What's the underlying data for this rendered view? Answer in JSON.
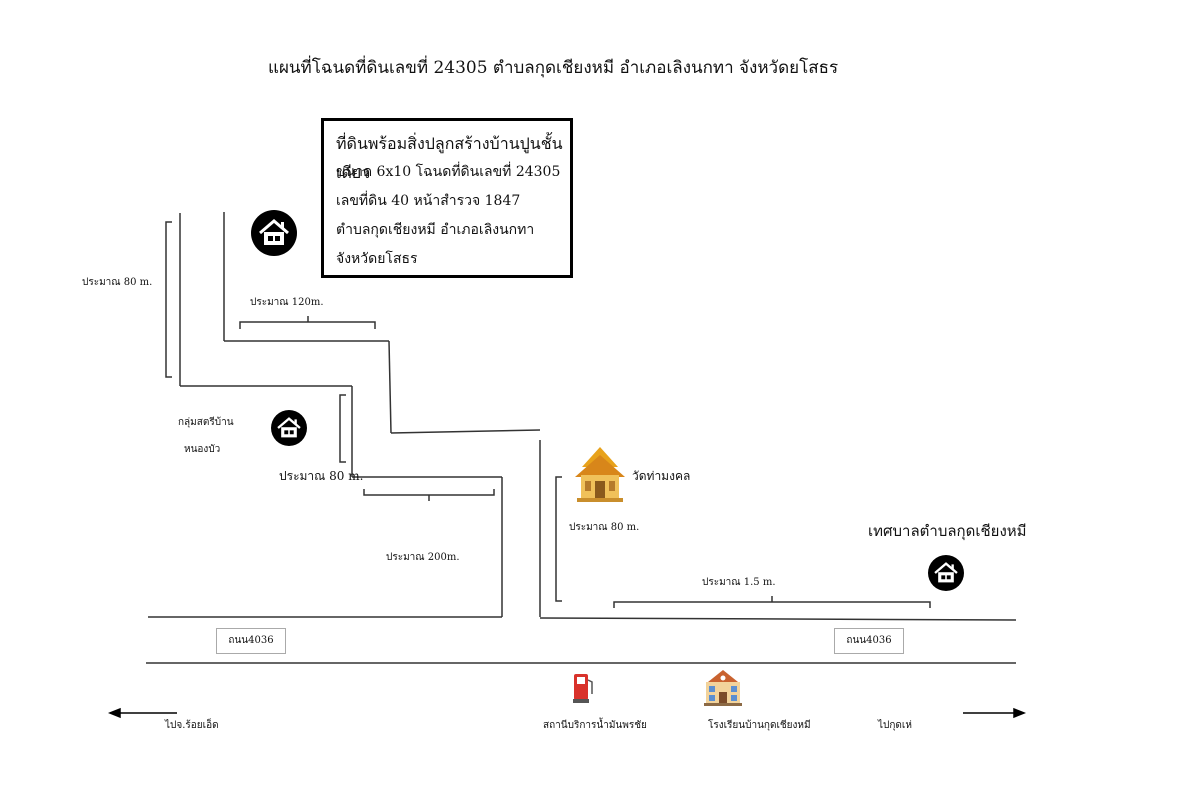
{
  "title": "แผนที่โฉนดที่ดินเลขที่ 24305 ตำบลกุดเชียงหมี อำเภอเลิงนกทา จังหวัดยโสธร",
  "info_box": {
    "line1": "ที่ดินพร้อมสิ่งปลูกสร้างบ้านปูนชั้นเดียว",
    "line2": "ขนาด 6x10 โฉนดที่ดินเลขที่ 24305",
    "line3": "เลขที่ดิน 40    หน้าสำรวจ 1847",
    "line4": "ตำบลกุดเชียงหมี  อำเภอเลิงนกทา",
    "line5": "จังหวัดยโสธร"
  },
  "distances": {
    "d80_left": "ประมาณ 80 m.",
    "d120": "ประมาณ 120m.",
    "d80_mid": "ประมาณ 80 m.",
    "d200": "ประมาณ 200m.",
    "d80_right": "ประมาณ 80 m.",
    "d15": "ประมาณ 1.5 m."
  },
  "places": {
    "village_group_line1": "กลุ่มสตรีบ้าน",
    "village_group_line2": "หนองบัว",
    "temple": "วัดท่ามงคล",
    "municipality": "เทศบาลตำบลกุดเชียงหมี",
    "gas_station": "สถานีบริการน้ำมันพรชัย",
    "school": "โรงเรียนบ้านกุดเชียงหมี"
  },
  "roads": {
    "left_label": "ถนน4036",
    "right_label": "ถนน4036"
  },
  "directions": {
    "left": "ไปจ.ร้อยเอ็ด",
    "right": "ไปกุดเห่"
  },
  "icons": {
    "house": "house-icon",
    "temple": "temple-icon",
    "gas": "gas-pump-icon",
    "school": "school-building-icon"
  },
  "colors": {
    "line": "#333333",
    "icon_bg": "#000000",
    "temple_gold": "#e8a21b",
    "gas_red": "#d9322b",
    "school_brick": "#c9622f"
  }
}
